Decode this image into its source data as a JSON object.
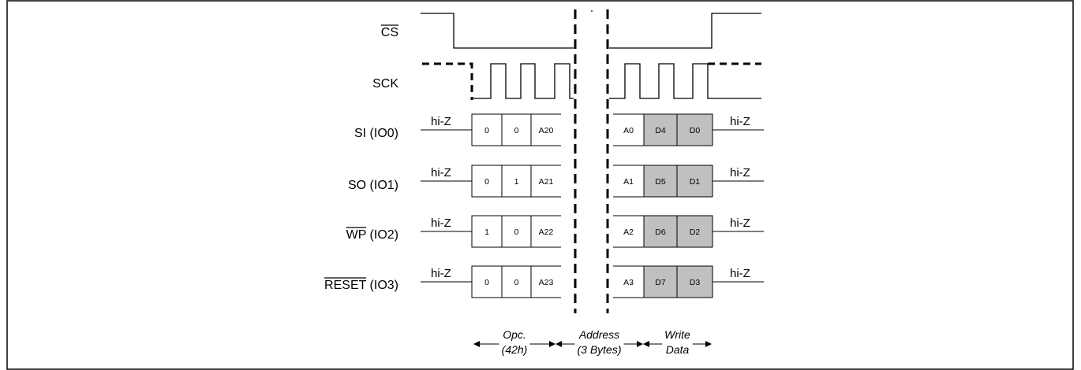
{
  "signals": [
    {
      "key": "cs",
      "label_main": "CS",
      "label_suffix": "",
      "overbar": true
    },
    {
      "key": "sck",
      "label_main": "SCK",
      "label_suffix": "",
      "overbar": false
    },
    {
      "key": "io0",
      "label_main": "SI",
      "label_suffix": " (IO0)",
      "overbar": false
    },
    {
      "key": "io1",
      "label_main": "SO",
      "label_suffix": " (IO1)",
      "overbar": false
    },
    {
      "key": "io2",
      "label_main": "WP",
      "label_suffix": " (IO2)",
      "overbar": true
    },
    {
      "key": "io3",
      "label_main": "RESET",
      "label_suffix": " (IO3)",
      "overbar": true
    }
  ],
  "hi_z_label": "hi-Z",
  "io_rows": [
    {
      "left": [
        "0",
        "0",
        "A20"
      ],
      "right": [
        "A0",
        "D4",
        "D0"
      ]
    },
    {
      "left": [
        "0",
        "1",
        "A21"
      ],
      "right": [
        "A1",
        "D5",
        "D1"
      ]
    },
    {
      "left": [
        "1",
        "0",
        "A22"
      ],
      "right": [
        "A2",
        "D6",
        "D2"
      ]
    },
    {
      "left": [
        "0",
        "0",
        "A23"
      ],
      "right": [
        "A3",
        "D7",
        "D3"
      ]
    }
  ],
  "phases": [
    {
      "line1": "Opc.",
      "line2": "(42h)"
    },
    {
      "line1": "Address",
      "line2": "(3 Bytes)"
    },
    {
      "line1": "Write",
      "line2": "Data"
    }
  ],
  "colors": {
    "data_cell_fill": "#c0c0c0",
    "frame": "#000000"
  }
}
